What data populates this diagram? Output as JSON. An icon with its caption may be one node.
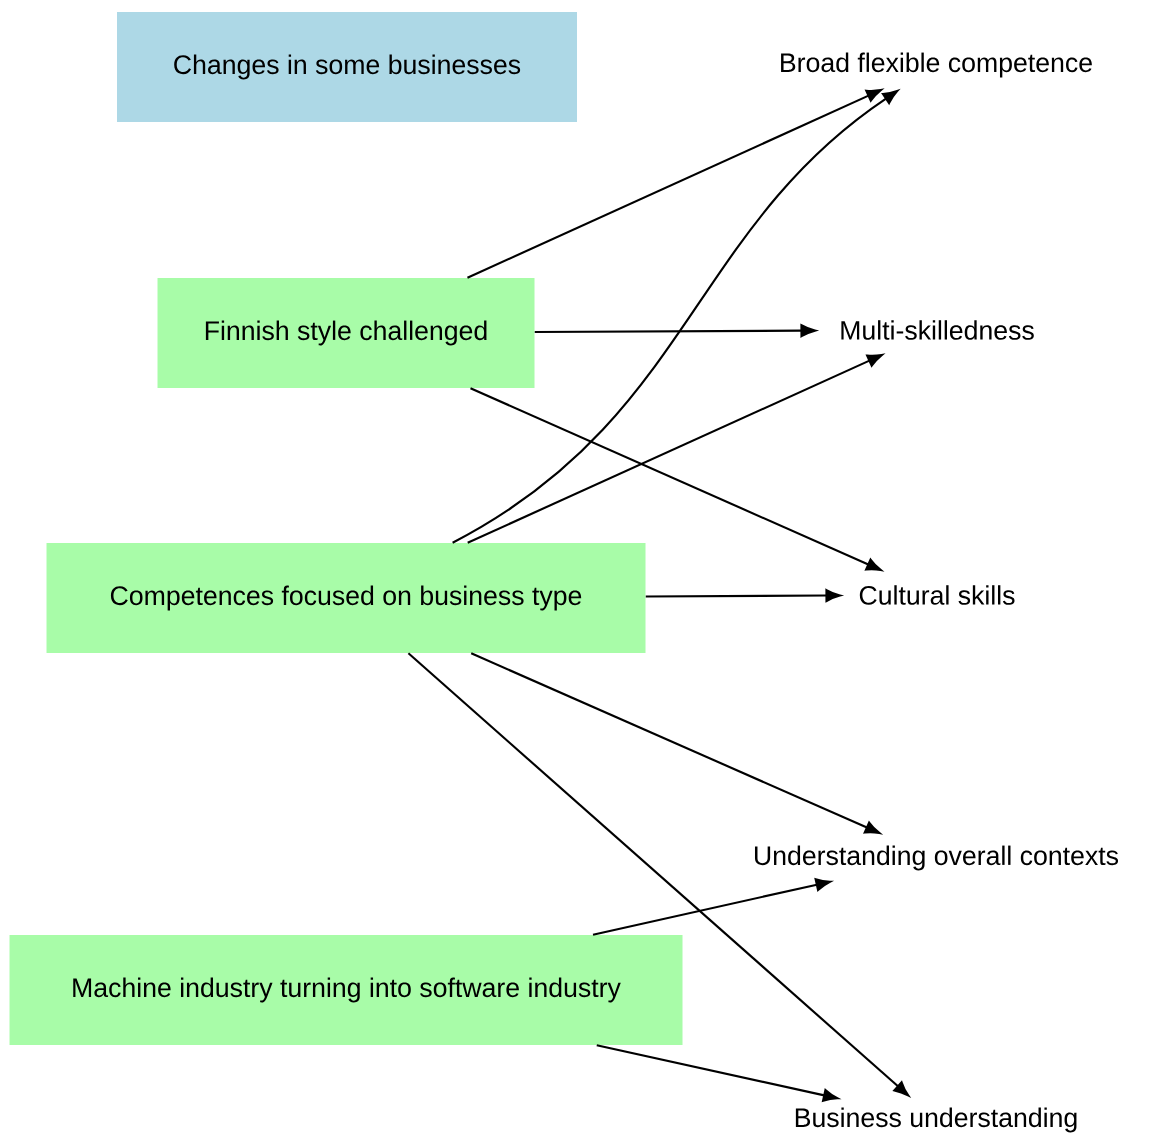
{
  "diagram": {
    "nodes": [
      {
        "text": [
          "Changes in some businesses"
        ]
      },
      {
        "text": [
          "Broad flexible competence"
        ]
      },
      {
        "text": [
          "Finnish style challenged"
        ]
      },
      {
        "text": [
          "Multi-skilledness"
        ]
      },
      {
        "text": [
          "Competences focused on business type"
        ]
      },
      {
        "text": [
          "Cultural skills"
        ]
      },
      {
        "text": [
          "Understanding overall contexts"
        ]
      },
      {
        "text": [
          "Machine industry turning into software industry"
        ]
      },
      {
        "text": [
          "Business understanding"
        ]
      }
    ],
    "edges": [
      {
        "from": 2,
        "to": 1,
        "arrow": "to"
      },
      {
        "from": 2,
        "to": 3,
        "arrow": "to"
      },
      {
        "from": 2,
        "to": 5,
        "arrow": "to"
      },
      {
        "from": 4,
        "to": 1,
        "arrow": "to"
      },
      {
        "from": 4,
        "to": 3,
        "arrow": "to"
      },
      {
        "from": 4,
        "to": 5,
        "arrow": "to"
      },
      {
        "from": 4,
        "to": 6,
        "arrow": "to"
      },
      {
        "from": 4,
        "to": 8,
        "arrow": "to"
      },
      {
        "from": 7,
        "to": 6,
        "arrow": "to"
      },
      {
        "from": 7,
        "to": 8,
        "arrow": "to"
      }
    ]
  }
}
